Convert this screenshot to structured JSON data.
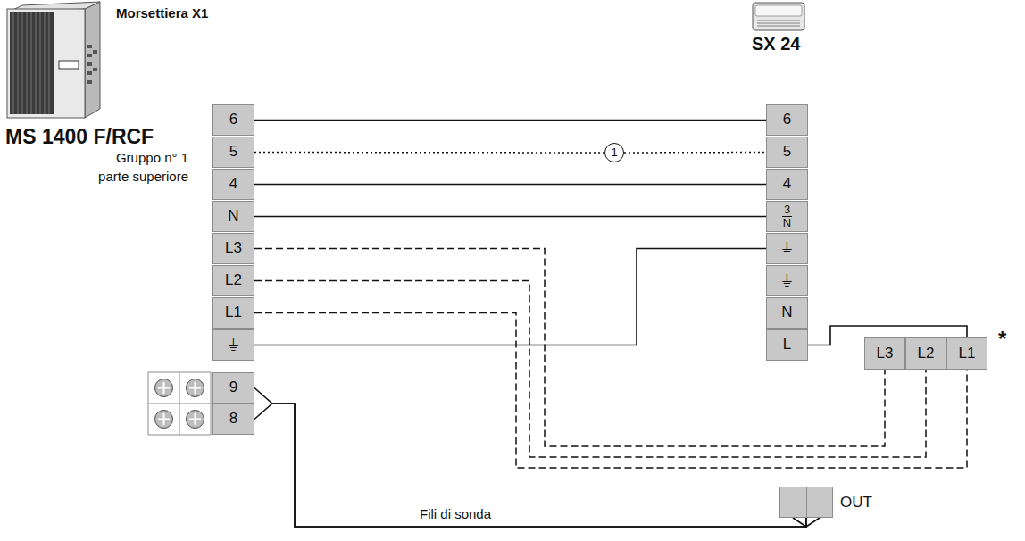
{
  "diagram": {
    "nodes": [
      {
        "text": [
          "6"
        ]
      },
      {
        "text": [
          "5"
        ]
      },
      {
        "text": [
          "4"
        ]
      },
      {
        "text": [
          "N"
        ]
      },
      {
        "text": [
          "L3"
        ]
      },
      {
        "text": [
          "L2"
        ]
      },
      {
        "text": [
          "L1"
        ]
      },
      {
        "text": [
          "⏚"
        ]
      },
      {
        "text": [
          "9"
        ]
      },
      {
        "text": [
          "8"
        ]
      },
      {
        "text": [
          "6"
        ]
      },
      {
        "text": [
          "5"
        ]
      },
      {
        "text": [
          "4"
        ]
      },
      {
        "text": [
          "3",
          "N"
        ]
      },
      {
        "text": [
          "⏚"
        ]
      },
      {
        "text": [
          "⏚"
        ]
      },
      {
        "text": [
          "N"
        ]
      },
      {
        "text": [
          "L"
        ]
      },
      {
        "text": [
          "L3"
        ]
      },
      {
        "text": [
          "L2"
        ]
      },
      {
        "text": [
          "L1"
        ]
      },
      {
        "text": [
          "OUT"
        ]
      },
      {
        "text": [
          "1"
        ]
      }
    ],
    "edges": [
      {
        "from": 0,
        "to": 10,
        "arrow": "none"
      },
      {
        "from": 1,
        "to": 22,
        "arrow": "none"
      },
      {
        "from": 22,
        "to": 11,
        "arrow": "none"
      },
      {
        "from": 2,
        "to": 12,
        "arrow": "none"
      },
      {
        "from": 3,
        "to": 13,
        "arrow": "none"
      },
      {
        "from": 7,
        "to": 14,
        "arrow": "none"
      },
      {
        "from": 4,
        "to": 18,
        "arrow": "none"
      },
      {
        "from": 5,
        "to": 19,
        "arrow": "none"
      },
      {
        "from": 6,
        "to": 20,
        "arrow": "none"
      },
      {
        "from": 17,
        "to": 20,
        "arrow": "none"
      },
      {
        "from": 8,
        "to": 21,
        "arrow": "none"
      },
      {
        "from": 9,
        "to": 21,
        "arrow": "none"
      }
    ],
    "labels": [
      "Morsettiera X1",
      "SX 24",
      "MS 1400 F/RCF",
      "Gruppo n° 1 parte superiore",
      "*",
      "Fili di sonda"
    ]
  }
}
